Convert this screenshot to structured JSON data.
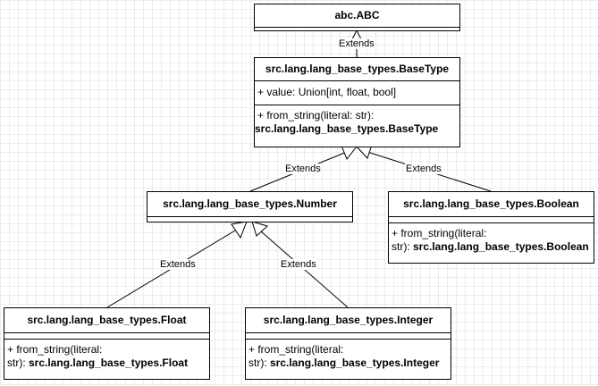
{
  "classes": {
    "abc": {
      "name": "abc.ABC"
    },
    "base_type": {
      "name": "src.lang.lang_base_types.BaseType",
      "attribute": "+ value: Union[int, float, bool]",
      "method_sig": "+ from_string(literal: str):",
      "method_ret": "src.lang.lang_base_types.BaseType"
    },
    "number": {
      "name": "src.lang.lang_base_types.Number"
    },
    "boolean": {
      "name": "src.lang.lang_base_types.Boolean",
      "method_line1": "+ from_string(literal:",
      "method_line2": "str): ",
      "method_ret": "src.lang.lang_base_types.Boolean"
    },
    "float": {
      "name": "src.lang.lang_base_types.Float",
      "method_line1": "+ from_string(literal:",
      "method_line2": "str): ",
      "method_ret": "src.lang.lang_base_types.Float"
    },
    "integer": {
      "name": "src.lang.lang_base_types.Integer",
      "method_line1": "+ from_string(literal:",
      "method_line2": "str): ",
      "method_ret": "src.lang.lang_base_types.Integer"
    }
  },
  "relations": [
    {
      "from": "base_type",
      "to": "abc",
      "label": "Extends"
    },
    {
      "from": "number",
      "to": "base_type",
      "label": "Extends"
    },
    {
      "from": "boolean",
      "to": "base_type",
      "label": "Extends"
    },
    {
      "from": "float",
      "to": "number",
      "label": "Extends"
    },
    {
      "from": "integer",
      "to": "number",
      "label": "Extends"
    }
  ]
}
